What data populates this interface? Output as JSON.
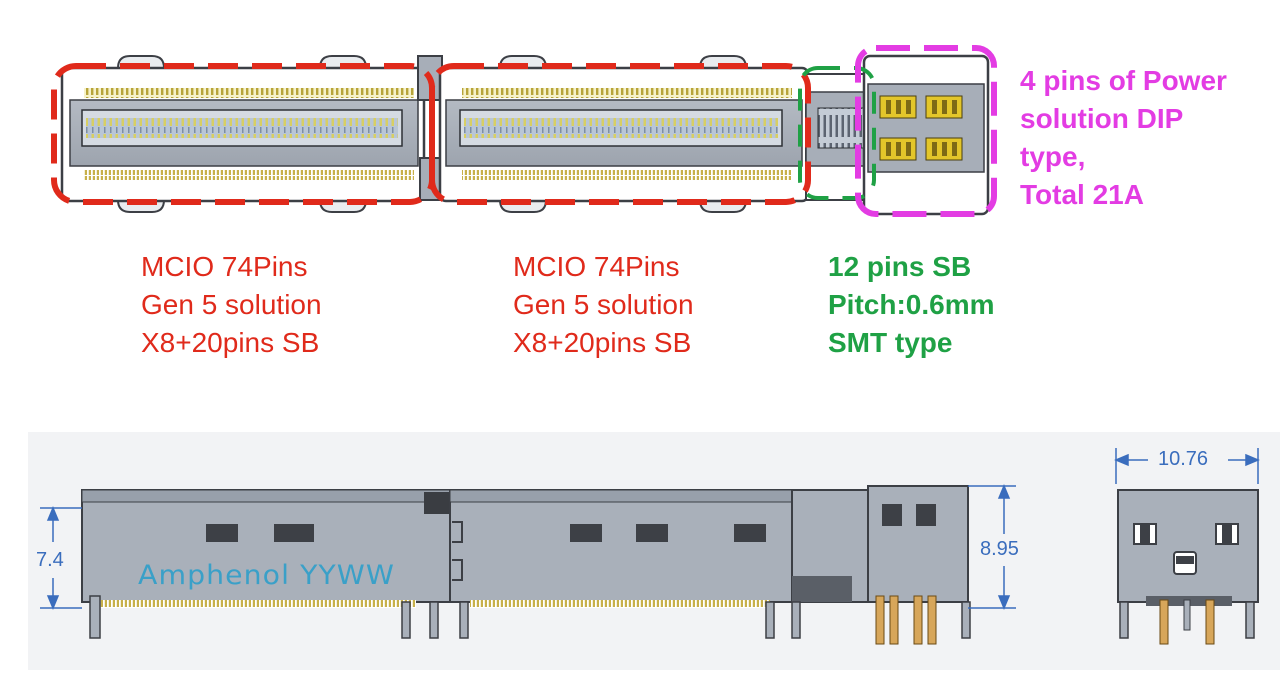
{
  "labels": {
    "left": [
      "MCIO 74Pins",
      "Gen 5 solution",
      "X8+20pins SB"
    ],
    "middle": [
      "MCIO 74Pins",
      "Gen 5 solution",
      "X8+20pins SB"
    ],
    "sideband": [
      "12 pins SB",
      "Pitch:0.6mm",
      "SMT type"
    ],
    "power": [
      "4 pins of Power",
      "solution DIP",
      "type,",
      "Total 21A"
    ]
  },
  "side_view": {
    "brand_marking": "Amphenol YYWW",
    "height_connector": "7.4",
    "height_power": "8.95",
    "width_power": "10.76"
  },
  "colors": {
    "red": "#e02a1b",
    "green": "#1fa145",
    "magenta": "#e33ce3",
    "dimension_blue": "#3a6dbd",
    "body_gray": "#a7aeb8",
    "outline": "#3c3f45"
  }
}
